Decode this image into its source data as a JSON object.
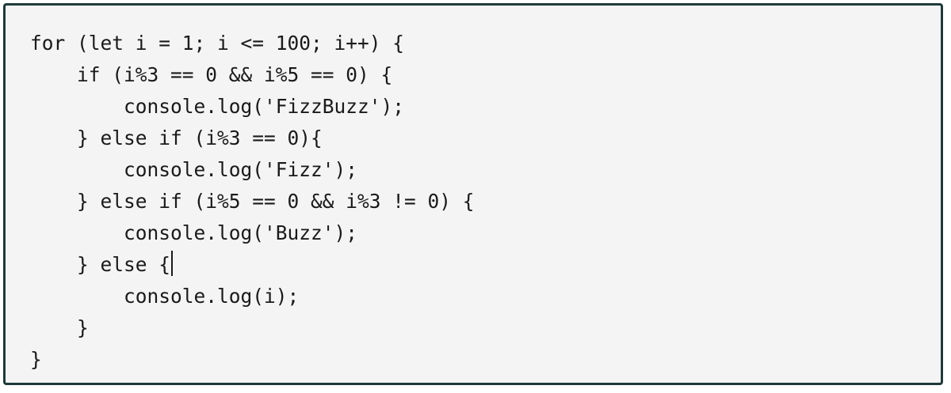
{
  "editor": {
    "lines": [
      "for (let i = 1; i <= 100; i++) {",
      "    if (i%3 == 0 && i%5 == 0) {",
      "        console.log('FizzBuzz');",
      "    } else if (i%3 == 0){",
      "        console.log('Fizz');",
      "    } else if (i%5 == 0 && i%3 != 0) {",
      "        console.log('Buzz');",
      "    } else {",
      "        console.log(i);",
      "    }",
      "}"
    ],
    "caret_line": 8
  },
  "colors": {
    "border": "#1e3a3a",
    "background": "#f4f4f4",
    "text": "#1a1a1a"
  }
}
